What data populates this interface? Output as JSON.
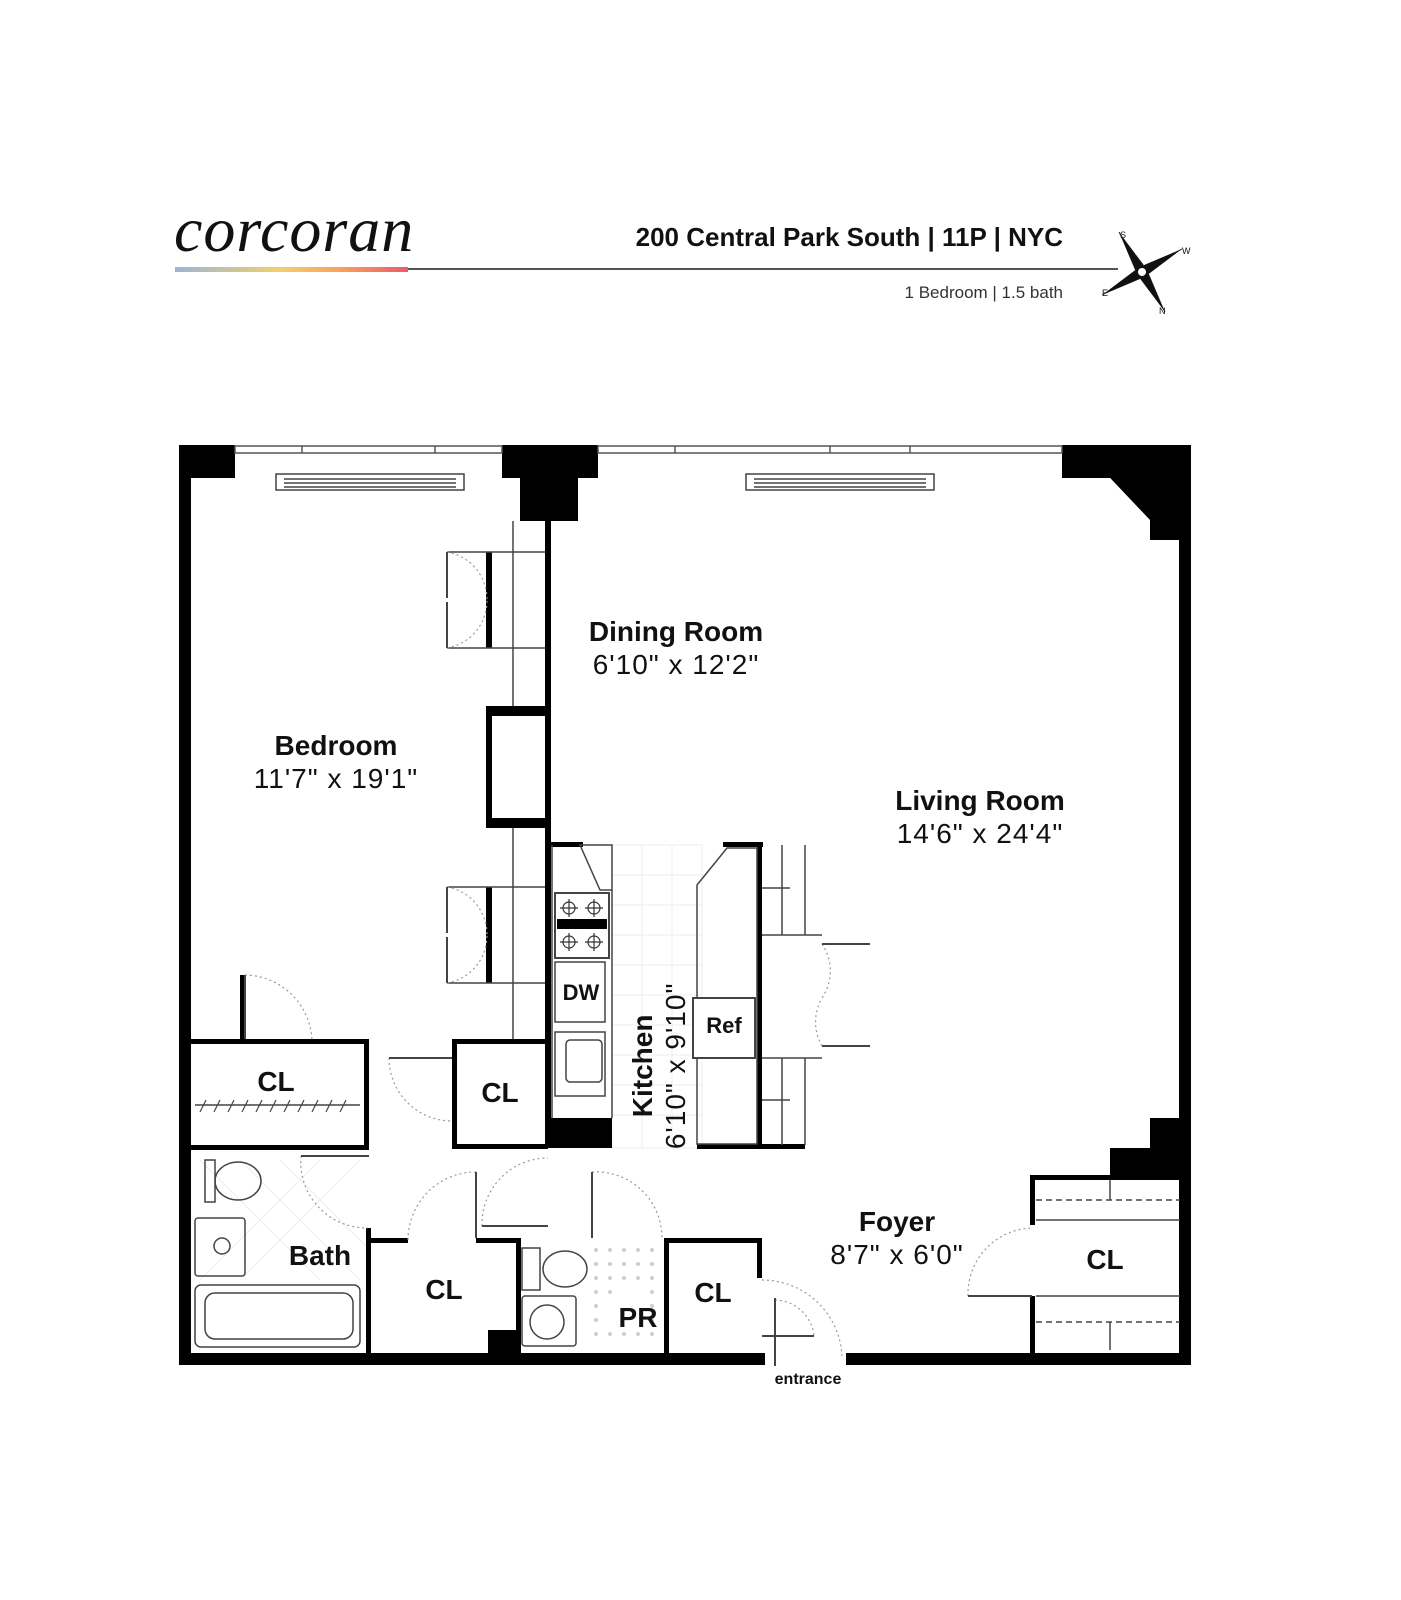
{
  "header": {
    "logo_text": "corcoran",
    "address": "200 Central Park South | 11P | NYC",
    "specs": "1 Bedroom | 1.5 bath"
  },
  "compass": {
    "labels": [
      "S",
      "W",
      "E",
      "N"
    ]
  },
  "rooms": {
    "bedroom": {
      "name": "Bedroom",
      "dims": "11'7\" x 19'1\""
    },
    "dining": {
      "name": "Dining Room",
      "dims": "6'10\" x 12'2\""
    },
    "living": {
      "name": "Living Room",
      "dims": "14'6\" x 24'4\""
    },
    "kitchen": {
      "name": "Kitchen",
      "dims": "6'10\" x 9'10\""
    },
    "foyer": {
      "name": "Foyer",
      "dims": "8'7\" x 6'0\""
    },
    "bath": {
      "name": "Bath"
    },
    "powder": {
      "name": "PR"
    }
  },
  "closets": {
    "label": "CL"
  },
  "appliances": {
    "dishwasher": "DW",
    "refrigerator": "Ref"
  },
  "entrance": "entrance",
  "colors": {
    "wall": "#000000",
    "fixture": "#444444",
    "door_arc": "#888888",
    "rule_start": "#9fb3d6",
    "rule_end": "#ee5a6c"
  }
}
